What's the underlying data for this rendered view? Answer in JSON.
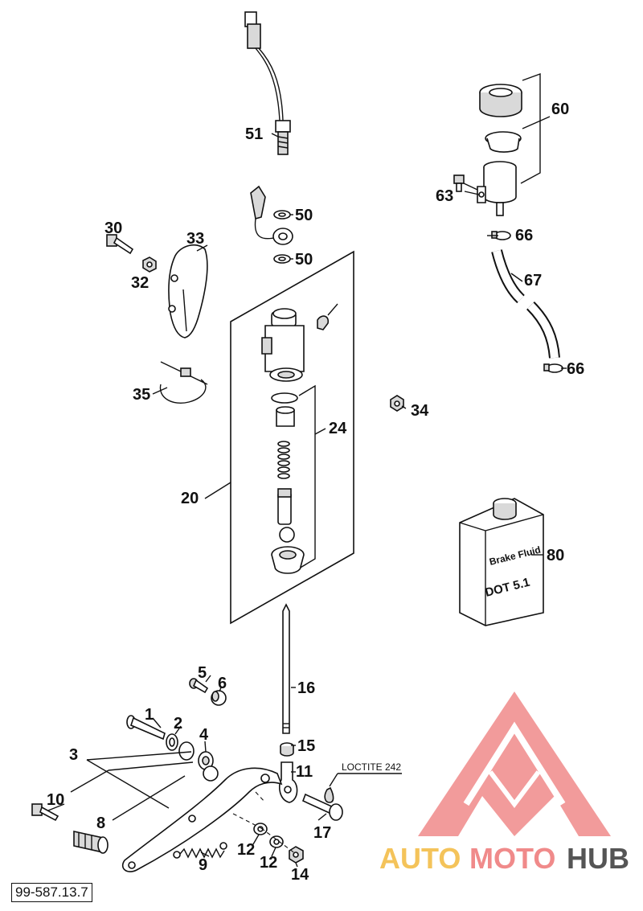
{
  "document_number": "99-587.13.7",
  "watermark": {
    "brand_part1": "AUTO",
    "brand_part2": "MOTO",
    "brand_part3": "HUB",
    "colors": {
      "auto": "#f4c35a",
      "moto": "#f08a8a",
      "hub": "#555555",
      "triangle": "#f08a8a"
    }
  },
  "note_loctite": "LOCTITE 242",
  "bottle": {
    "line1": "Brake Fluid",
    "line2": "DOT 5.1"
  },
  "callouts": {
    "c1": "1",
    "c2": "2",
    "c3": "3",
    "c4": "4",
    "c5": "5",
    "c6": "6",
    "c8": "8",
    "c9": "9",
    "c10": "10",
    "c11": "11",
    "c12a": "12",
    "c12b": "12",
    "c14": "14",
    "c15": "15",
    "c16": "16",
    "c17": "17",
    "c20": "20",
    "c24": "24",
    "c30": "30",
    "c32": "32",
    "c33": "33",
    "c34": "34",
    "c35": "35",
    "c50a": "50",
    "c50b": "50",
    "c51": "51",
    "c60": "60",
    "c63": "63",
    "c66a": "66",
    "c66b": "66",
    "c67": "67",
    "c80": "80"
  }
}
